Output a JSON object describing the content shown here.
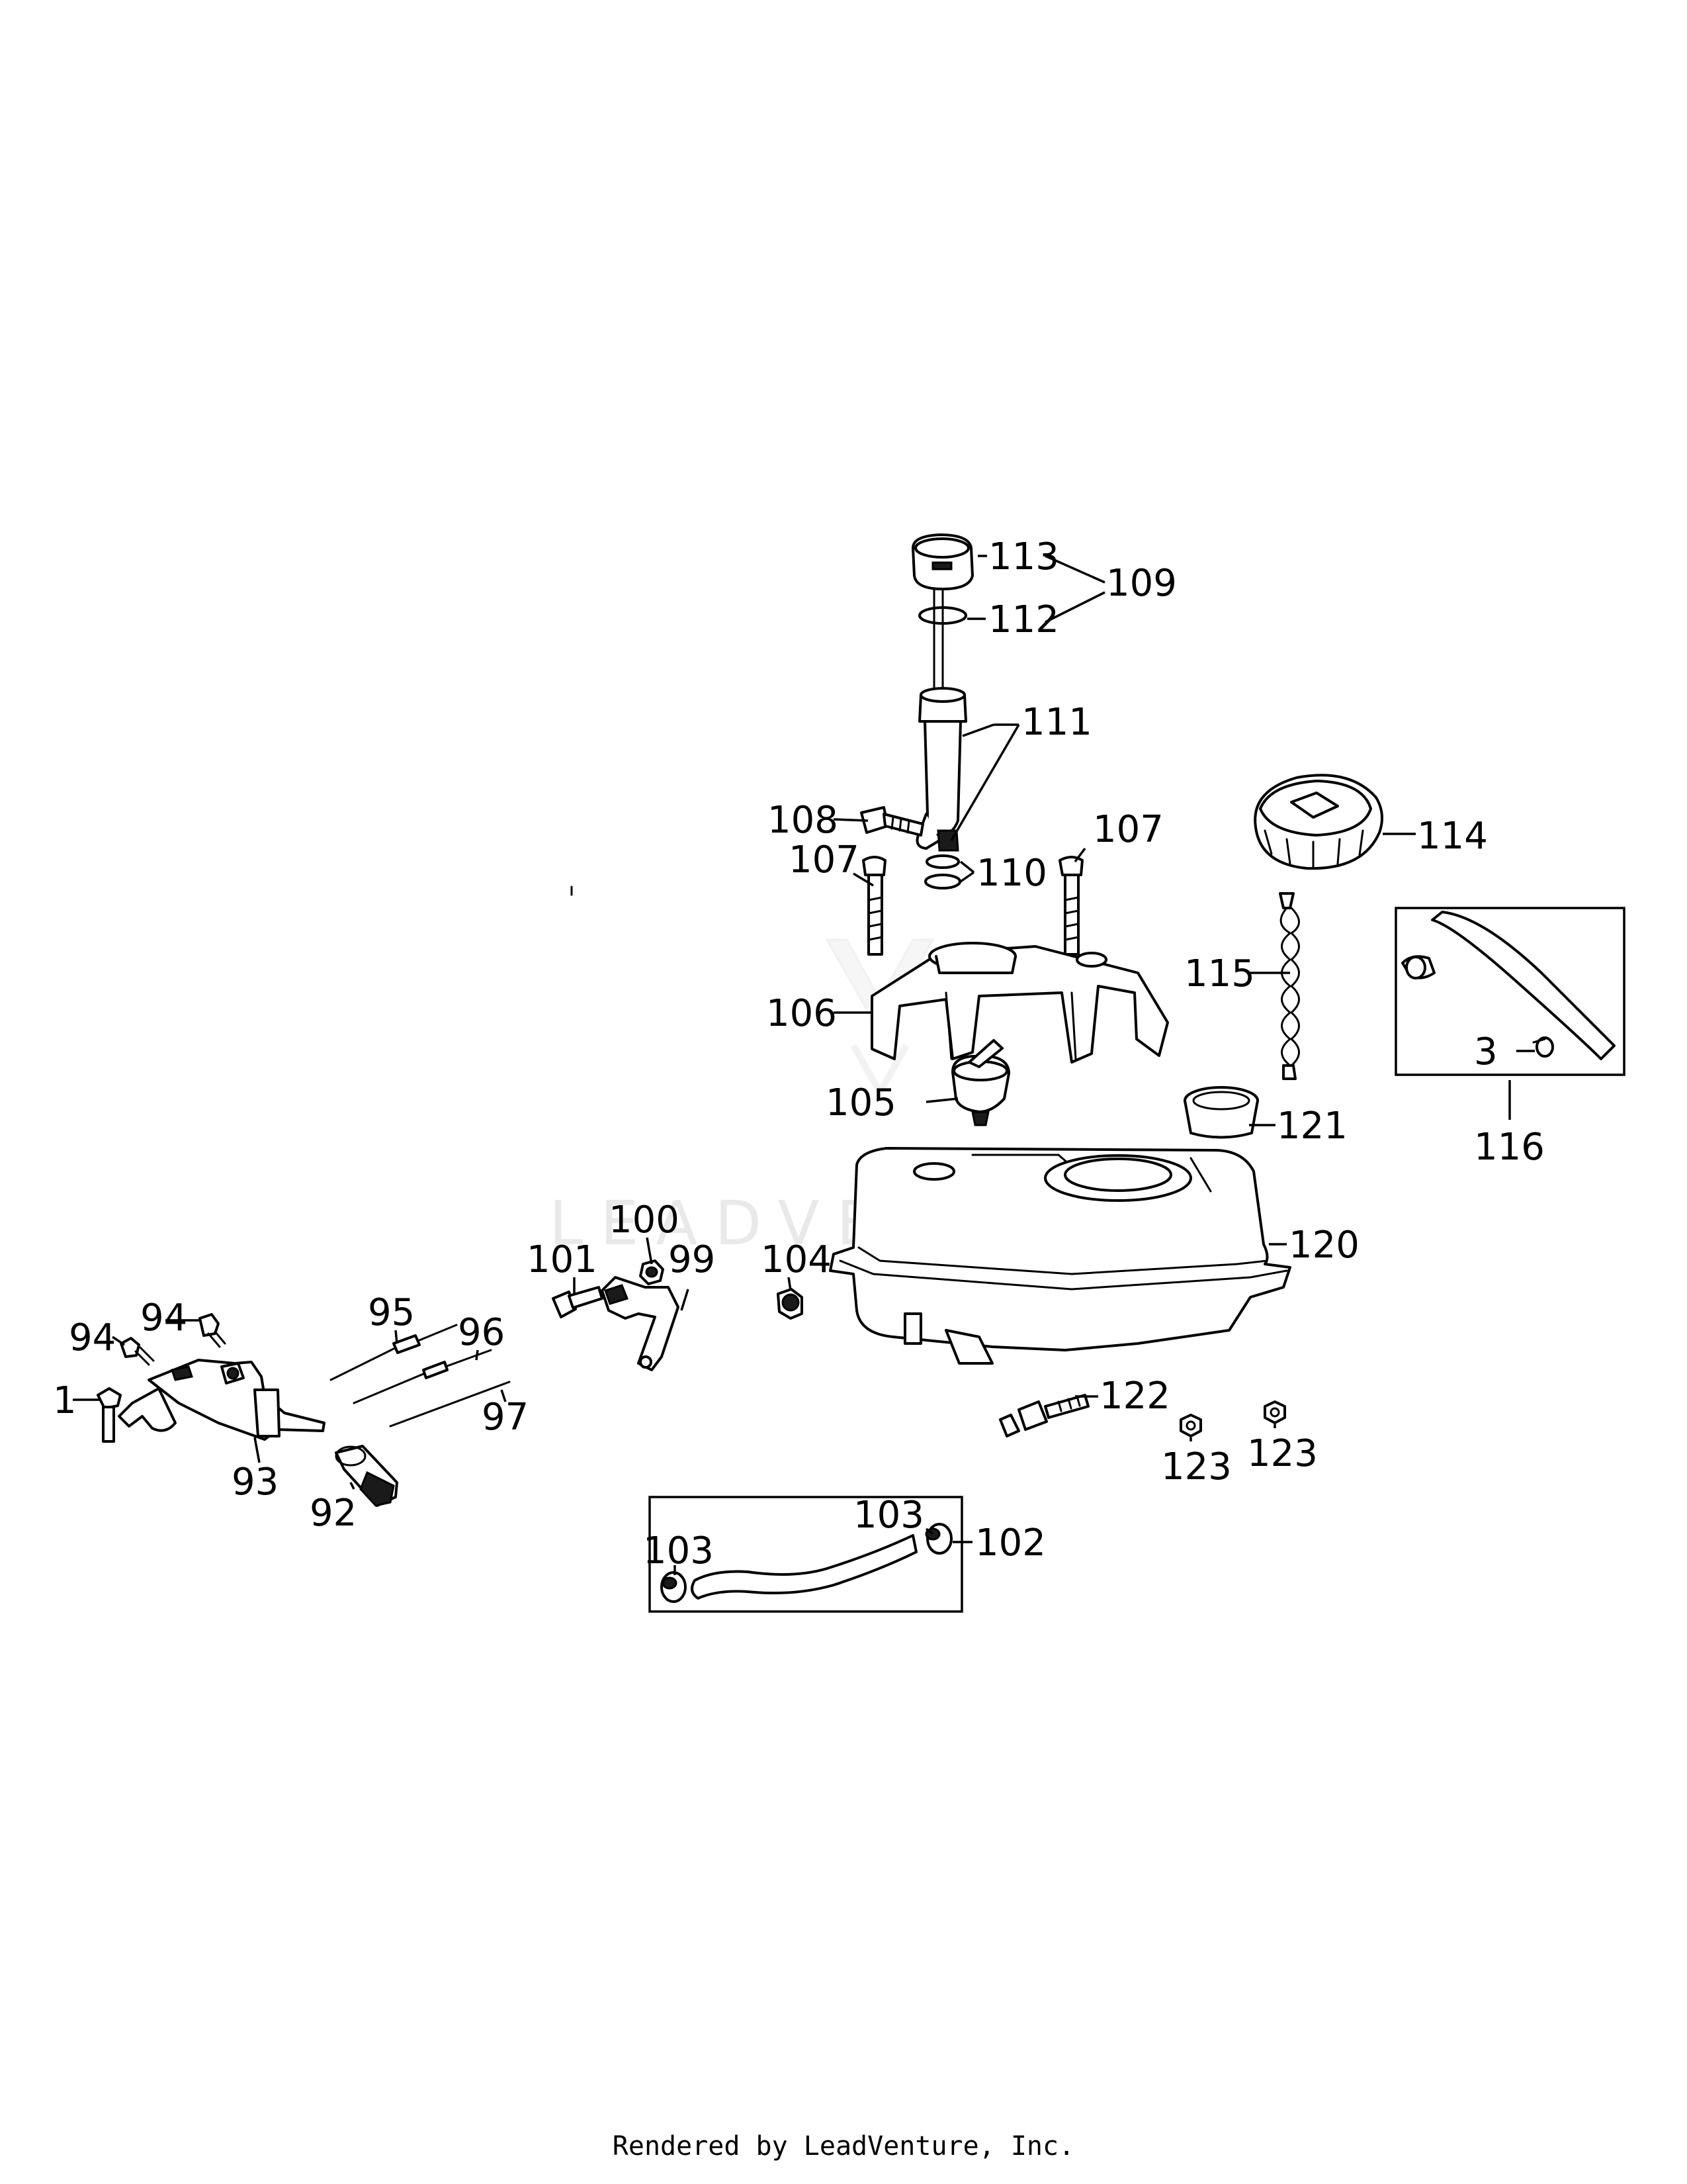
{
  "watermark": "LEADVENTURE",
  "footer": "Rendered by LeadVenture, Inc.",
  "callouts": {
    "c113": "113",
    "c112": "112",
    "c109": "109",
    "c111": "111",
    "c108": "108",
    "c107a": "107",
    "c107b": "107",
    "c110": "110",
    "c114": "114",
    "c115": "115",
    "c106": "106",
    "c105": "105",
    "c121": "121",
    "c3": "3",
    "c116": "116",
    "c120": "120",
    "c100": "100",
    "c101": "101",
    "c99": "99",
    "c104": "104",
    "c95": "95",
    "c96": "96",
    "c94a": "94",
    "c94b": "94",
    "c1": "1",
    "c97": "97",
    "c93": "93",
    "c92": "92",
    "c122": "122",
    "c123a": "123",
    "c123b": "123",
    "c103a": "103",
    "c103b": "103",
    "c102": "102"
  }
}
